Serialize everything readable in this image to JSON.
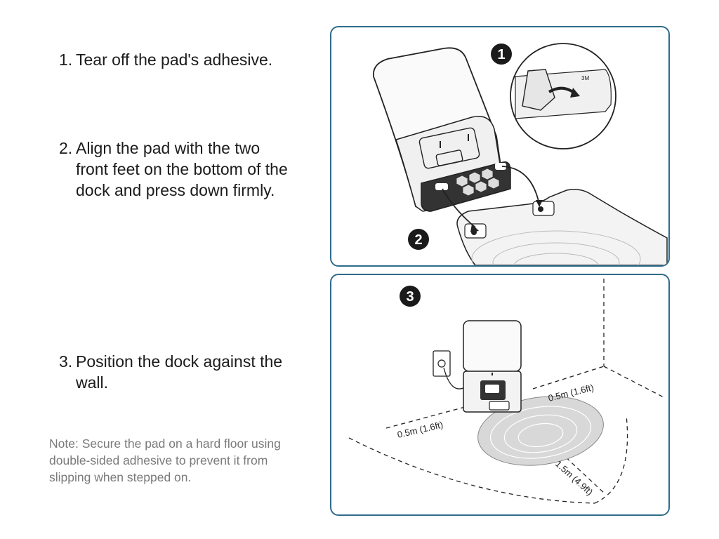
{
  "steps": [
    {
      "number": "1.",
      "text": "Tear off the pad's adhesive."
    },
    {
      "number": "2.",
      "text": "Align the pad with the two front feet on the bottom of the dock and press down firmly."
    },
    {
      "number": "3.",
      "text": "Position the dock against the wall."
    }
  ],
  "note": "Note: Secure the pad on a hard floor using double-sided adhesive to prevent it from slipping when stepped on.",
  "illustration_top": {
    "badge_1": "1",
    "badge_2": "2",
    "adhesive_label": "3M"
  },
  "illustration_bottom": {
    "badge_3": "3",
    "dim_left": "0.5m (1.6ft)",
    "dim_right": "0.5m (1.6ft)",
    "dim_front": "1.5m (4.9ft)"
  },
  "colors": {
    "panel_border": "#2f6c8a",
    "badge": "#1a1a1a",
    "note_text": "#7a7a7a"
  }
}
